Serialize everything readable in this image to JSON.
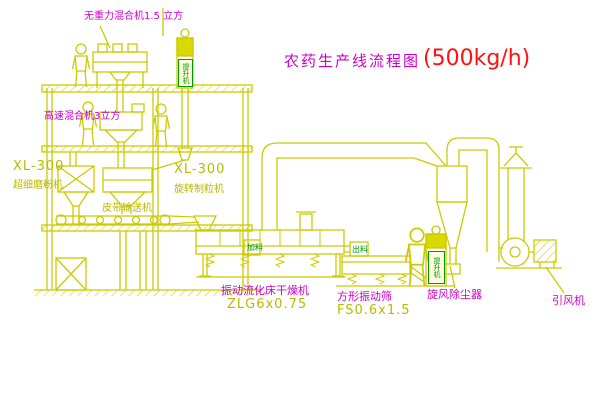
{
  "title": {
    "text": "农药生产线流程图",
    "capacity": "(500kg/h)"
  },
  "labels": {
    "top_mixer": "无重力混合机1.5 立方",
    "hs_mixer": "高速混合机3立方",
    "xl300_left": "XL-300",
    "mill": "超细磨粉机",
    "xl300_right": "XL-300",
    "granulator": "旋转制粒机",
    "belt": "皮带输送机",
    "dryer": "振动流化床干燥机",
    "dryer_model": "ZLG6x0.75",
    "screen": "方形振动筛",
    "screen_model": "FS0.6x1.5",
    "cyclone": "旋风除尘器",
    "fan": "引风机",
    "elevator1": "提升机",
    "elevator2": "提升机",
    "feed_port": "加料",
    "discharge_port": "出料"
  },
  "colors": {
    "line": "#cbcb00",
    "label_magenta": "#cc00cc",
    "label_yellow": "#b9b900",
    "label_green": "#009900",
    "title_red": "#ff1111",
    "background": "#ffffff"
  }
}
